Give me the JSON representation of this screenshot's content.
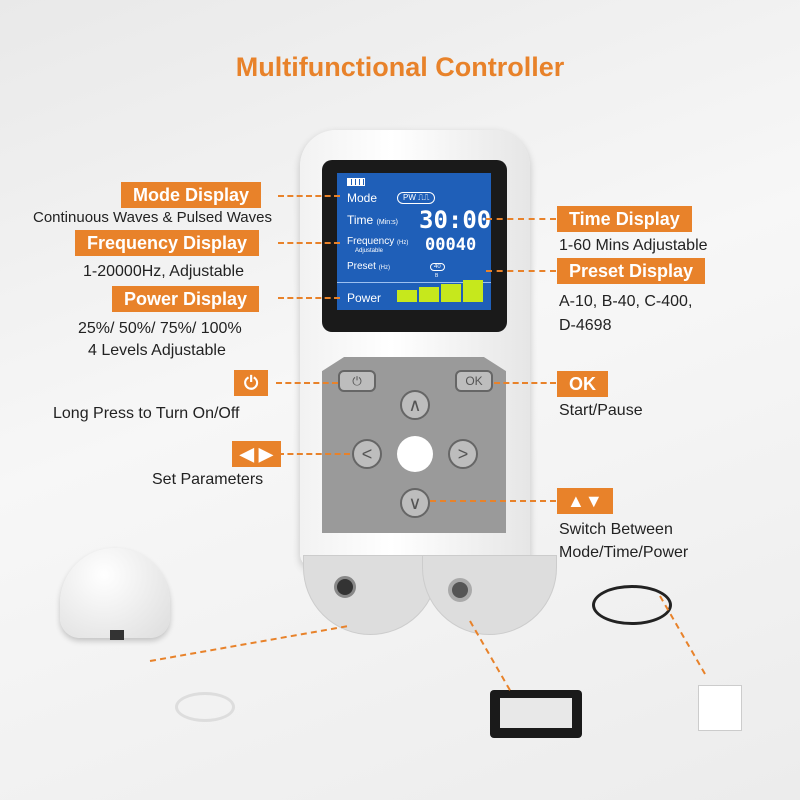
{
  "title": "Multifunctional Controller",
  "screen": {
    "mode": "Mode",
    "mode_value": "PW",
    "time": "Time",
    "time_unit": "(Min:s)",
    "time_value": "30:00",
    "frequency": "Frequency",
    "frequency_unit": "(Hz)",
    "frequency_sub": "Adjustable",
    "frequency_value": "00040",
    "preset": "Preset",
    "preset_unit": "(Hz)",
    "preset_value": "40",
    "preset_letter": "B",
    "power": "Power",
    "power_level": 1.0
  },
  "keys": {
    "power": "⏻",
    "ok": "OK",
    "up": "∧",
    "down": "∨",
    "left": "<",
    "right": ">"
  },
  "callouts": {
    "mode": {
      "tag": "Mode Display",
      "desc": "Continuous Waves & Pulsed Waves"
    },
    "frequency": {
      "tag": "Frequency Display",
      "desc": "1-20000Hz, Adjustable"
    },
    "power": {
      "tag": "Power Display",
      "desc1": "25%/ 50%/ 75%/ 100%",
      "desc2": "4 Levels Adjustable"
    },
    "onoff": {
      "tag": "⏻",
      "desc": "Long Press to Turn On/Off"
    },
    "set": {
      "tag": "◀ ▶",
      "desc": "Set Parameters"
    },
    "time": {
      "tag": "Time Display",
      "desc": "1-60 Mins Adjustable"
    },
    "preset": {
      "tag": "Preset Display",
      "desc1": "A-10, B-40, C-400,",
      "desc2": "D-4698"
    },
    "ok": {
      "tag": "OK",
      "desc": "Start/Pause"
    },
    "switch": {
      "tag": "▲▼",
      "desc1": "Switch Between",
      "desc2": "Mode/Time/Power"
    }
  },
  "colors": {
    "accent": "#e8822a",
    "screen": "#1f5fb8",
    "power_bar": "#c6e81c"
  }
}
